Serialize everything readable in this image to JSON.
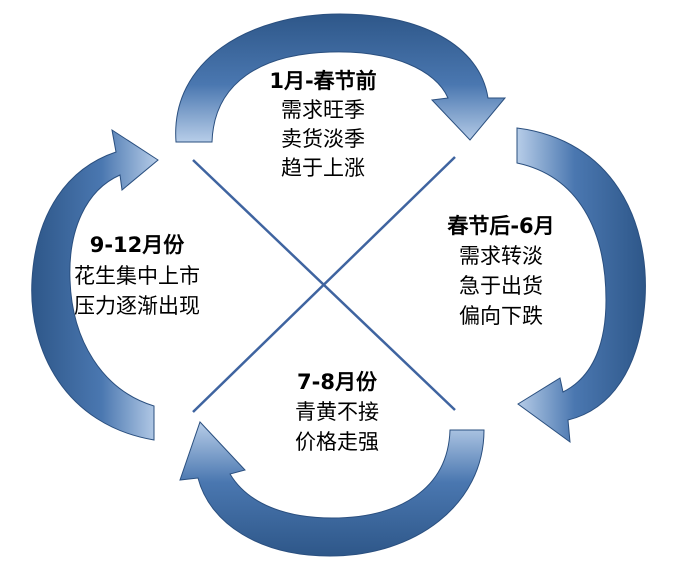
{
  "colors": {
    "arrow_dark": "#2e5789",
    "arrow_mid": "#4a77b0",
    "arrow_light": "#a9c3e2",
    "arrow_edge": "#2a4f7f",
    "cross_line": "#3f64a0",
    "text": "#000000"
  },
  "blocks": {
    "top": {
      "title": "1月-春节前",
      "lines": [
        "需求旺季",
        "卖货淡季",
        "趋于上涨"
      ]
    },
    "right": {
      "title": "春节后-6月",
      "lines": [
        "需求转淡",
        "急于出货",
        "偏向下跌"
      ]
    },
    "bottom": {
      "title": "7-8月份",
      "lines": [
        "青黄不接",
        "价格走强"
      ]
    },
    "left": {
      "title": "9-12月份",
      "lines": [
        "花生集中上市",
        "压力逐渐出现"
      ]
    }
  }
}
